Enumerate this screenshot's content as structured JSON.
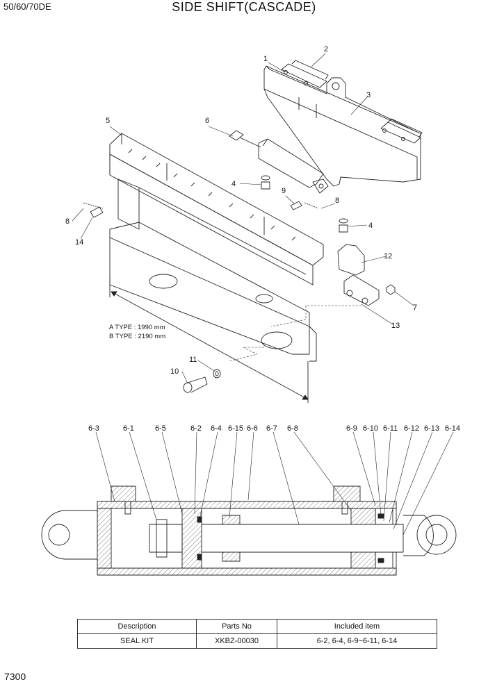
{
  "header": {
    "model": "50/60/70DE",
    "title": "SIDE SHIFT(CASCADE)"
  },
  "page_number": "7300",
  "exploded_view": {
    "callouts": [
      "1",
      "2",
      "3",
      "4",
      "4",
      "5",
      "6",
      "7",
      "8",
      "8",
      "9",
      "10",
      "11",
      "12",
      "13",
      "14"
    ],
    "dimension_notes": [
      "A TYPE : 1990 mm",
      "B TYPE : 2190 mm"
    ]
  },
  "cylinder_view": {
    "callouts": [
      "6-3",
      "6-1",
      "6-5",
      "6-2",
      "6-4",
      "6-15",
      "6-6",
      "6-7",
      "6-8",
      "6-9",
      "6-10",
      "6-11",
      "6-12",
      "6-13",
      "6-14"
    ]
  },
  "table": {
    "headers": [
      "Description",
      "Parts No",
      "Included item"
    ],
    "rows": [
      [
        "SEAL KIT",
        "XKBZ-00030",
        "6-2, 6-4, 6-9~6-11, 6-14"
      ]
    ]
  }
}
